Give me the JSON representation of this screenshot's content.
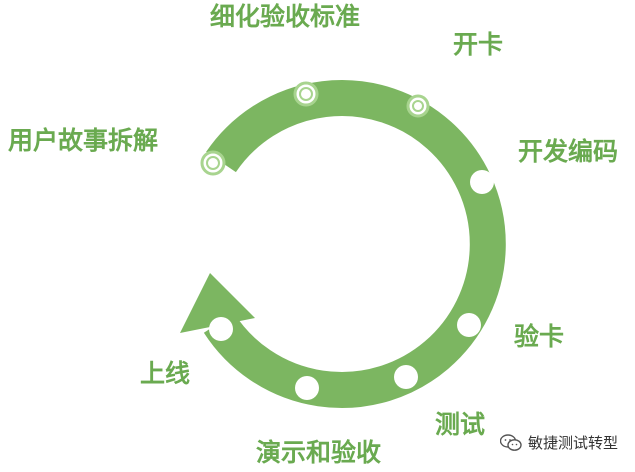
{
  "diagram": {
    "title": "",
    "stages": [
      {
        "id": "story",
        "label": "用户故事拆解"
      },
      {
        "id": "criteria",
        "label": "细化验收标准"
      },
      {
        "id": "open-card",
        "label": "开卡"
      },
      {
        "id": "dev",
        "label": "开发编码"
      },
      {
        "id": "verify-card",
        "label": "验卡"
      },
      {
        "id": "test",
        "label": "测试"
      },
      {
        "id": "demo",
        "label": "演示和验收"
      },
      {
        "id": "release",
        "label": "上线"
      }
    ],
    "colors": {
      "ring": "#7cb661",
      "label": "#6aaa50",
      "node": "#ffffff"
    }
  },
  "watermark": {
    "text": "敏捷测试转型",
    "icon": "wechat-icon"
  }
}
